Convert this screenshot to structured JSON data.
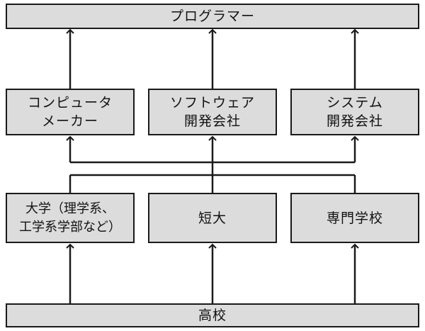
{
  "top": {
    "label": "プログラマー"
  },
  "employers": [
    {
      "id": "maker",
      "lines": [
        "コンピュータ",
        "メーカー"
      ]
    },
    {
      "id": "software",
      "lines": [
        "ソフトウェア",
        "開発会社"
      ]
    },
    {
      "id": "system",
      "lines": [
        "システム",
        "開発会社"
      ]
    }
  ],
  "schools": [
    {
      "id": "university",
      "lines": [
        "大学（理学系、",
        "工学系学部など）"
      ]
    },
    {
      "id": "junior-college",
      "lines": [
        "短大"
      ]
    },
    {
      "id": "vocational",
      "lines": [
        "専門学校"
      ]
    }
  ],
  "bottom": {
    "label": "高校"
  },
  "colors": {
    "box_fill": "#dcdcdc",
    "line": "#1a1a1a"
  }
}
